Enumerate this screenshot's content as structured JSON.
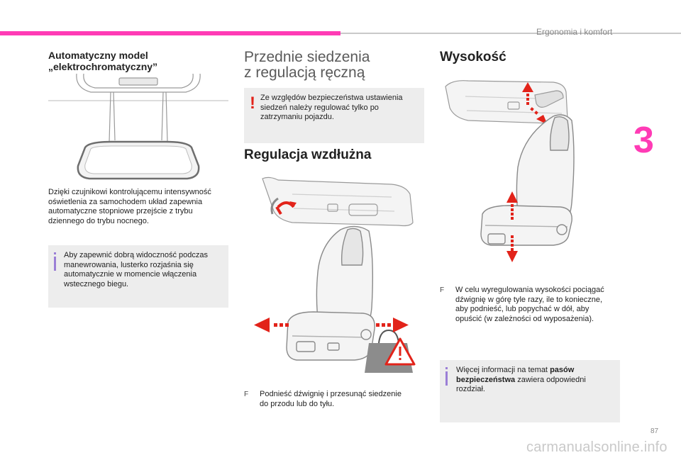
{
  "header": {
    "section_label": "Ergonomia i komfort",
    "chapter_number": "3",
    "page_number": "87",
    "watermark": "carmanualsonline.info"
  },
  "column1": {
    "heading_line1": "Automatyczny model",
    "heading_line2": "„elektrochromatyczny”",
    "paragraph_lines": [
      "Dzięki czujnikowi kontrolującemu intensywność",
      "oświetlenia za samochodem układ zapewnia",
      "automatyczne stopniowe przejście z trybu",
      "dziennego do trybu nocnego."
    ],
    "info_lines": [
      "Aby zapewnić dobrą widoczność podczas",
      "manewrowania, lusterko rozjaśnia się",
      "automatycznie w momencie włączenia",
      "wstecznego biegu."
    ]
  },
  "column2": {
    "title_line1": "Przednie siedzenia",
    "title_line2": "z regulacją ręczną",
    "warning_lines": [
      "Ze względów bezpieczeństwa ustawienia",
      "siedzeń należy regulować tylko po",
      "zatrzymaniu pojazdu."
    ],
    "subheading": "Regulacja wzdłużna",
    "bullet_glyph": "F",
    "bullet_lines": [
      "Podnieść dźwignię i przesunąć siedzenie",
      "do przodu lub do tyłu."
    ]
  },
  "column3": {
    "subheading": "Wysokość",
    "bullet_glyph": "F",
    "bullet_lines": [
      "W celu wyregulowania wysokości pociągać",
      "dźwignię w górę tyle razy, ile to konieczne,",
      "aby podnieść, lub popychać w dół, aby",
      "opuścić (w zależności od wyposażenia)."
    ],
    "info_prefix": "Więcej informacji na temat",
    "info_bold_line1": "pasów",
    "info_bold_line2": "bezpieczeństwa",
    "info_suffix_line2": "zawiera odpowiedni",
    "info_line3": "rozdział."
  },
  "colors": {
    "accent_pink": "#ff3bb5",
    "note_bg": "#ededed",
    "info_purple": "#9b7fd6",
    "warning_red": "#e2231a",
    "arrow_red": "#e2231a"
  },
  "icons": {
    "info": "info-icon",
    "warning": "exclamation-icon",
    "bullet": "f-bullet-glyph"
  }
}
